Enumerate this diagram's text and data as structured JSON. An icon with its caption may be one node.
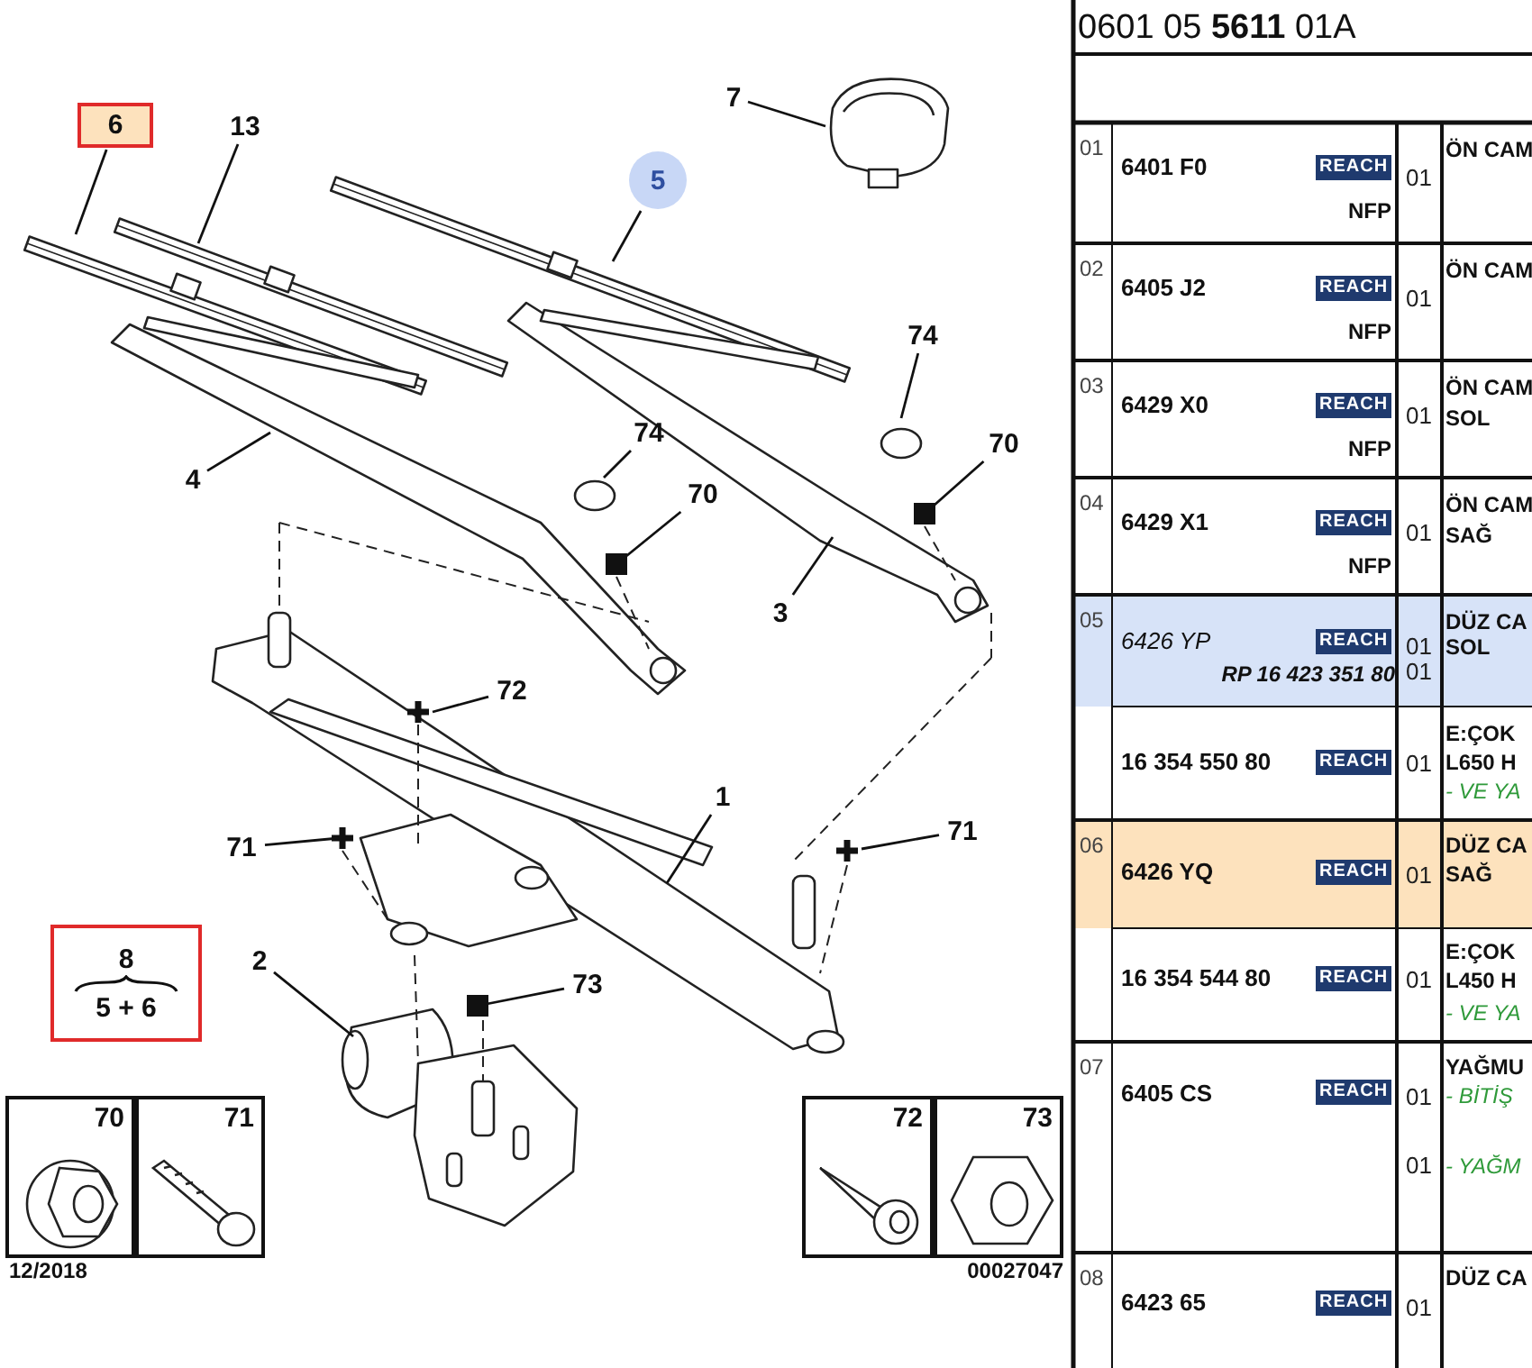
{
  "diagram": {
    "title": "0601 05 **5611** 01A",
    "nodes": [
      {
        "text": [
          "6"
        ]
      },
      {
        "text": [
          "13"
        ]
      },
      {
        "text": [
          "7"
        ]
      },
      {
        "text": [
          "5"
        ]
      },
      {
        "text": [
          "74"
        ]
      },
      {
        "text": [
          "70"
        ]
      },
      {
        "text": [
          "74"
        ]
      },
      {
        "text": [
          "70"
        ]
      },
      {
        "text": [
          "4"
        ]
      },
      {
        "text": [
          "3"
        ]
      },
      {
        "text": [
          "72"
        ]
      },
      {
        "text": [
          "1"
        ]
      },
      {
        "text": [
          "71"
        ]
      },
      {
        "text": [
          "71"
        ]
      },
      {
        "text": [
          "2"
        ]
      },
      {
        "text": [
          "73"
        ]
      },
      {
        "text": [
          "8",
          "5 + 6"
        ]
      },
      {
        "text": [
          "70"
        ]
      },
      {
        "text": [
          "71"
        ]
      },
      {
        "text": [
          "72"
        ]
      },
      {
        "text": [
          "73"
        ]
      }
    ],
    "edges": [
      {
        "from": 0,
        "to": null,
        "arrow": "none"
      },
      {
        "from": 1,
        "to": null,
        "arrow": "none"
      },
      {
        "from": 2,
        "to": null,
        "arrow": "none"
      },
      {
        "from": 3,
        "to": null,
        "arrow": "none"
      },
      {
        "from": 4,
        "to": null,
        "arrow": "none"
      },
      {
        "from": 5,
        "to": null,
        "arrow": "other"
      },
      {
        "from": 6,
        "to": null,
        "arrow": "none"
      },
      {
        "from": 7,
        "to": null,
        "arrow": "other"
      },
      {
        "from": 8,
        "to": null,
        "arrow": "none"
      },
      {
        "from": 9,
        "to": null,
        "arrow": "none"
      },
      {
        "from": 10,
        "to": null,
        "arrow": "none"
      },
      {
        "from": 11,
        "to": null,
        "arrow": "none"
      },
      {
        "from": 12,
        "to": null,
        "arrow": "none"
      },
      {
        "from": 13,
        "to": null,
        "arrow": "none"
      },
      {
        "from": 14,
        "to": null,
        "arrow": "none"
      },
      {
        "from": 15,
        "to": null,
        "arrow": "other"
      }
    ],
    "labels": [
      "12/2018",
      "00027047",
      "01",
      "6401 F0",
      "REACH",
      "NFP",
      "01",
      "ÖN CAM",
      "02",
      "6405 J2",
      "REACH",
      "NFP",
      "01",
      "ÖN CAM",
      "03",
      "6429 X0",
      "REACH",
      "NFP",
      "01",
      "ÖN CAM",
      "SOL",
      "04",
      "6429 X1",
      "REACH",
      "NFP",
      "01",
      "ÖN CAM",
      "SAĞ",
      "05",
      "6426 YP",
      "REACH",
      "01",
      "DÜZ CA",
      "SOL",
      "RP 16 423 351 80",
      "01",
      "16 354 550 80",
      "REACH",
      "01",
      "E:ÇOK",
      "L650 H",
      "- VE YA",
      "06",
      "6426 YQ",
      "REACH",
      "01",
      "DÜZ CA",
      "SAĞ",
      "16 354 544 80",
      "REACH",
      "01",
      "E:ÇOK",
      "L450 H",
      "- VE YA",
      "07",
      "6405 CS",
      "REACH",
      "01",
      "YAĞMU",
      "- BİTİŞ",
      "01",
      "- YAĞM",
      "08",
      "6423 65",
      "REACH",
      "01",
      "DÜZ CA"
    ]
  }
}
